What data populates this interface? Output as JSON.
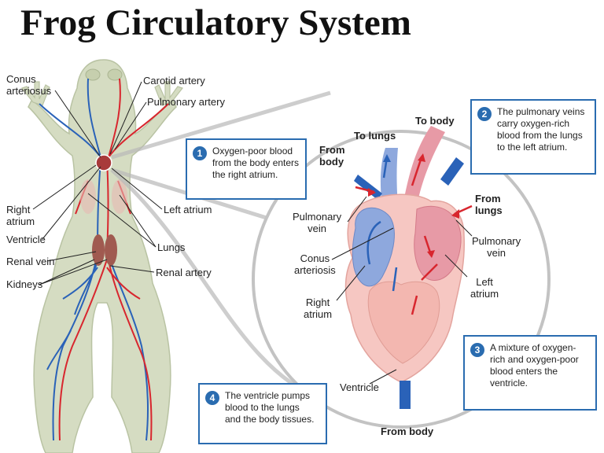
{
  "title": "Frog Circulatory System",
  "frog_labels": {
    "conus_arteriosus": "Conus\narteriosus",
    "carotid_artery": "Carotid artery",
    "pulmonary_artery": "Pulmonary artery",
    "right_atrium": "Right\natrium",
    "ventricle": "Ventricle",
    "renal_vein": "Renal vein",
    "kidneys": "Kidneys",
    "left_atrium": "Left atrium",
    "lungs": "Lungs",
    "renal_artery": "Renal artery"
  },
  "heart_labels": {
    "to_lungs": "To lungs",
    "to_body": "To body",
    "from_body_top": "From\nbody",
    "from_lungs": "From\nlungs",
    "pulmonary_vein_left": "Pulmonary\nvein",
    "pulmonary_vein_right": "Pulmonary\nvein",
    "conus_arteriosis": "Conus\narteriosis",
    "right_atrium": "Right\natrium",
    "left_atrium": "Left\natrium",
    "ventricle": "Ventricle",
    "from_body_bottom": "From body"
  },
  "callouts": [
    {
      "number": "1",
      "text": "Oxygen-poor blood\nfrom the body enters\nthe right atrium."
    },
    {
      "number": "2",
      "text": "The pulmonary veins\ncarry oxygen-rich\nblood from the lungs\nto the left atrium."
    },
    {
      "number": "3",
      "text": "A mixture of oxygen-\nrich and oxygen-poor\nblood enters the\nventricle."
    },
    {
      "number": "4",
      "text": "The ventricle pumps\nblood to the lungs\nand the body tissues."
    }
  ],
  "colors": {
    "oxygen_rich": "#d8262e",
    "oxygen_poor": "#2a62b8",
    "callout_border": "#2a6cb0",
    "frog_body": "#d5dcc2"
  }
}
